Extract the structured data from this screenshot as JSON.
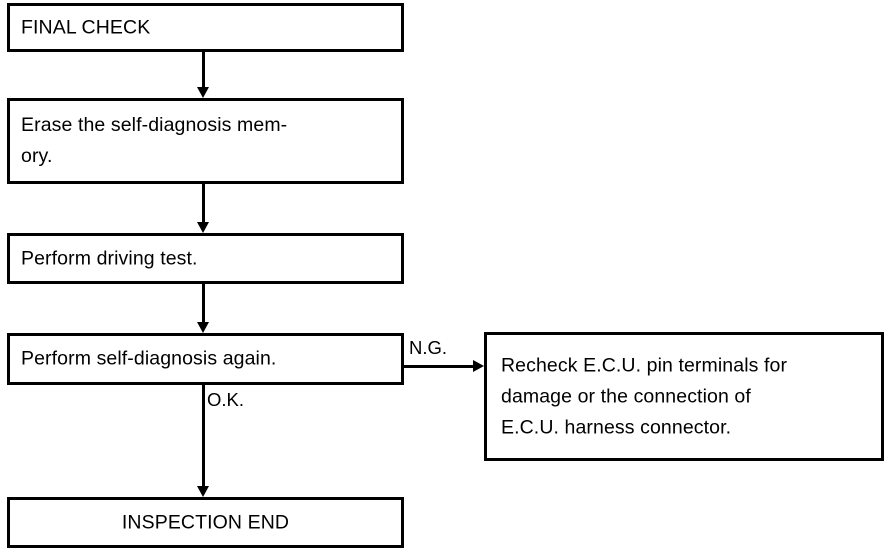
{
  "diagram": {
    "title": "FINAL CHECK",
    "nodes": [
      {
        "id": "final-check",
        "label": "FINAL CHECK",
        "align": "left"
      },
      {
        "id": "erase-memory",
        "label": "Erase the self-diagnosis mem-\nory.",
        "align": "left"
      },
      {
        "id": "driving-test",
        "label": "Perform driving test.",
        "align": "left"
      },
      {
        "id": "self-diagnosis-again",
        "label": "Perform self-diagnosis again.",
        "align": "left"
      },
      {
        "id": "recheck-ecu",
        "label": "Recheck E.C.U. pin terminals for\ndamage or the connection of\nE.C.U. harness connector.",
        "align": "left"
      },
      {
        "id": "inspection-end",
        "label": "INSPECTION END",
        "align": "center"
      }
    ],
    "edge_labels": {
      "ng": "N.G.",
      "ok": "O.K."
    },
    "colors": {
      "stroke": "#000000",
      "fill": "#ffffff",
      "text": "#000000"
    }
  }
}
